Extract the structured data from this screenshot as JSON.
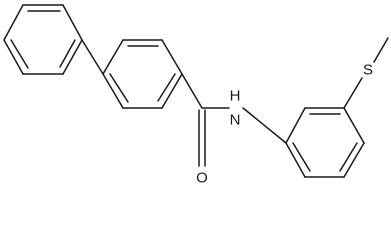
{
  "molecule": {
    "atoms": {
      "nitrogen_label": "N",
      "hydrogen_label": "H",
      "oxygen_label": "O",
      "sulfur_label": "S"
    }
  }
}
